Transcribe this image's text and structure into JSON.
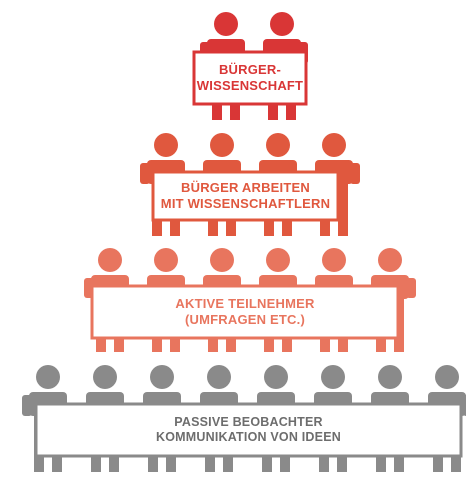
{
  "colors": {
    "background": "#ffffff",
    "tier1_figure": "#d93636",
    "tier2_figure": "#e0583e",
    "tier3_figure": "#e8755e",
    "tier4_figure": "#8a8a8a",
    "tier4_text": "#6d6d6d",
    "banner_fill": "#ffffff"
  },
  "tiers": [
    {
      "level": "top",
      "figures": 2,
      "lines": [
        "BÜRGER-",
        "WISSENSCHAFT"
      ]
    },
    {
      "level": "second",
      "figures": 4,
      "lines": [
        "BÜRGER ARBEITEN",
        "MIT WISSENSCHAFTLERN"
      ]
    },
    {
      "level": "third",
      "figures": 6,
      "lines": [
        "AKTIVE TEILNEHMER",
        "(UMFRAGEN ETC.)"
      ]
    },
    {
      "level": "base",
      "figures": 8,
      "lines": [
        "PASSIVE BEOBACHTER",
        "KOMMUNIKATION VON IDEEN"
      ]
    }
  ]
}
